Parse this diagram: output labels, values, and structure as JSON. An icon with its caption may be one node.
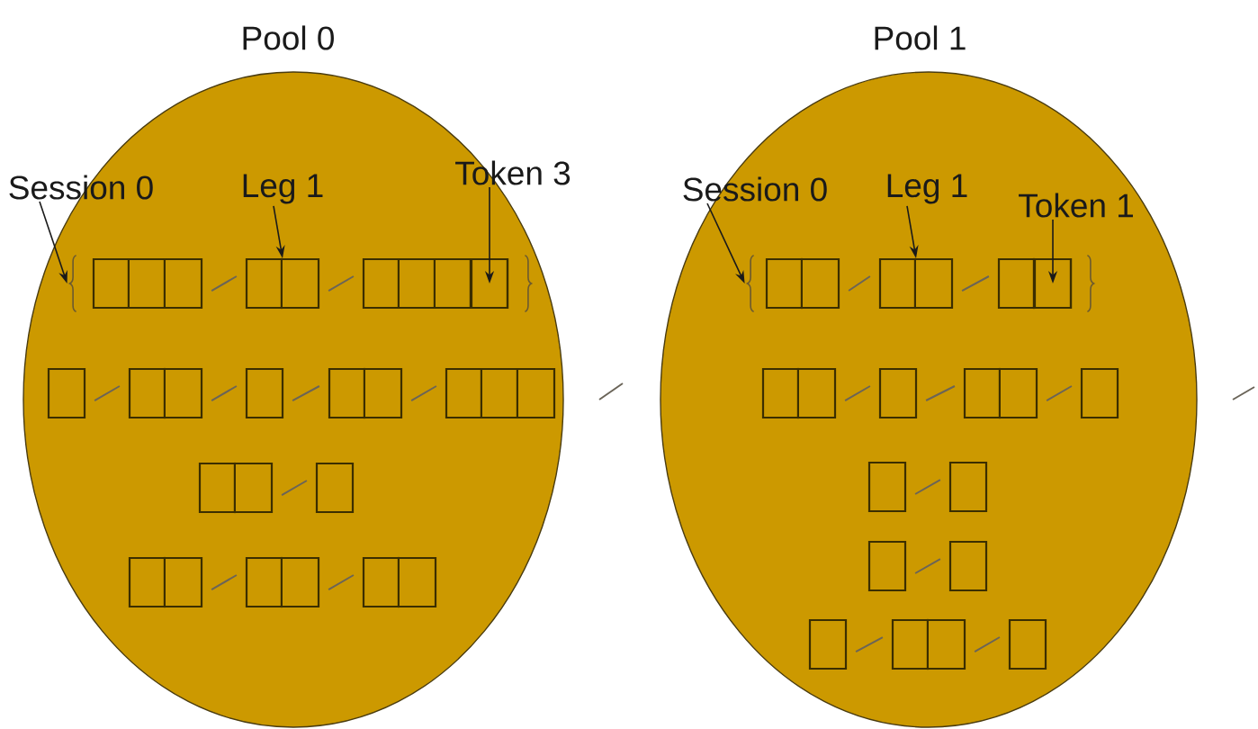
{
  "diagram": {
    "nodes": [
      {
        "text": [
          "Pool 0"
        ]
      },
      {
        "text": [
          "Session 0"
        ]
      },
      {
        "text": [
          "Leg 1"
        ],
        "in": 0
      },
      {
        "text": [
          "Token 3"
        ]
      },
      {
        "text": [],
        "shape": "brace",
        "in": 0
      },
      {
        "text": [],
        "shape": "box",
        "in": 4
      },
      {
        "text": [],
        "shape": "box",
        "in": 4
      },
      {
        "text": [],
        "shape": "box",
        "in": 4
      },
      {
        "text": [],
        "shape": "box",
        "in": 7
      },
      {
        "text": [],
        "shape": "box",
        "in": 0
      },
      {
        "text": [],
        "shape": "box",
        "in": 0
      },
      {
        "text": [],
        "shape": "box",
        "in": 0
      },
      {
        "text": [],
        "shape": "box",
        "in": 0
      },
      {
        "text": [],
        "shape": "box",
        "in": 0
      },
      {
        "text": [],
        "shape": "box",
        "in": 0
      },
      {
        "text": [],
        "shape": "box",
        "in": 0
      },
      {
        "text": [],
        "shape": "box",
        "in": 0
      },
      {
        "text": [],
        "shape": "box",
        "in": 0
      },
      {
        "text": [],
        "shape": "box",
        "in": 0
      },
      {
        "text": [
          "Pool 1"
        ]
      },
      {
        "text": [
          "Session 0"
        ],
        "in": 19
      },
      {
        "text": [
          "Leg 1"
        ],
        "in": 19
      },
      {
        "text": [
          "Token 1"
        ],
        "in": 19
      },
      {
        "text": [],
        "shape": "brace",
        "in": 19
      },
      {
        "text": [],
        "shape": "box",
        "in": 23
      },
      {
        "text": [],
        "shape": "box",
        "in": 23
      },
      {
        "text": [],
        "shape": "box",
        "in": 23
      },
      {
        "text": [],
        "shape": "box",
        "in": 26
      },
      {
        "text": [],
        "shape": "box",
        "in": 19
      },
      {
        "text": [],
        "shape": "box",
        "in": 19
      },
      {
        "text": [],
        "shape": "box",
        "in": 19
      },
      {
        "text": [],
        "shape": "box",
        "in": 19
      },
      {
        "text": [],
        "shape": "box",
        "in": 19
      },
      {
        "text": [],
        "shape": "box",
        "in": 19
      },
      {
        "text": [],
        "shape": "box",
        "in": 19
      },
      {
        "text": [],
        "shape": "box",
        "in": 19
      },
      {
        "text": [],
        "shape": "box",
        "in": 19
      },
      {
        "text": [],
        "shape": "box",
        "in": 19
      },
      {
        "text": [],
        "shape": "box",
        "in": 19
      }
    ],
    "edges": [
      {
        "from": 1,
        "to": 4,
        "arrow": "to"
      },
      {
        "from": 2,
        "to": 6,
        "arrow": "to"
      },
      {
        "from": 3,
        "to": 8,
        "arrow": "to"
      },
      {
        "from": 20,
        "to": 23,
        "arrow": "to"
      },
      {
        "from": 21,
        "to": 25,
        "arrow": "to"
      },
      {
        "from": 22,
        "to": 27,
        "arrow": "to"
      },
      {
        "from": 5,
        "to": 6,
        "arrow": "none"
      },
      {
        "from": 6,
        "to": 7,
        "arrow": "none"
      },
      {
        "from": 9,
        "to": 10,
        "arrow": "none"
      },
      {
        "from": 10,
        "to": 11,
        "arrow": "none"
      },
      {
        "from": 11,
        "to": 12,
        "arrow": "none"
      },
      {
        "from": 12,
        "to": 13,
        "arrow": "none"
      },
      {
        "from": 14,
        "to": 15,
        "arrow": "none"
      },
      {
        "from": 16,
        "to": 17,
        "arrow": "none"
      },
      {
        "from": 17,
        "to": 18,
        "arrow": "none"
      },
      {
        "from": 24,
        "to": 25,
        "arrow": "none"
      },
      {
        "from": 25,
        "to": 26,
        "arrow": "none"
      },
      {
        "from": 28,
        "to": 29,
        "arrow": "none"
      },
      {
        "from": 29,
        "to": 30,
        "arrow": "none"
      },
      {
        "from": 30,
        "to": 31,
        "arrow": "none"
      },
      {
        "from": 32,
        "to": 33,
        "arrow": "none"
      },
      {
        "from": 34,
        "to": 35,
        "arrow": "none"
      },
      {
        "from": 36,
        "to": 37,
        "arrow": "none"
      },
      {
        "from": 37,
        "to": 38,
        "arrow": "none"
      }
    ]
  }
}
